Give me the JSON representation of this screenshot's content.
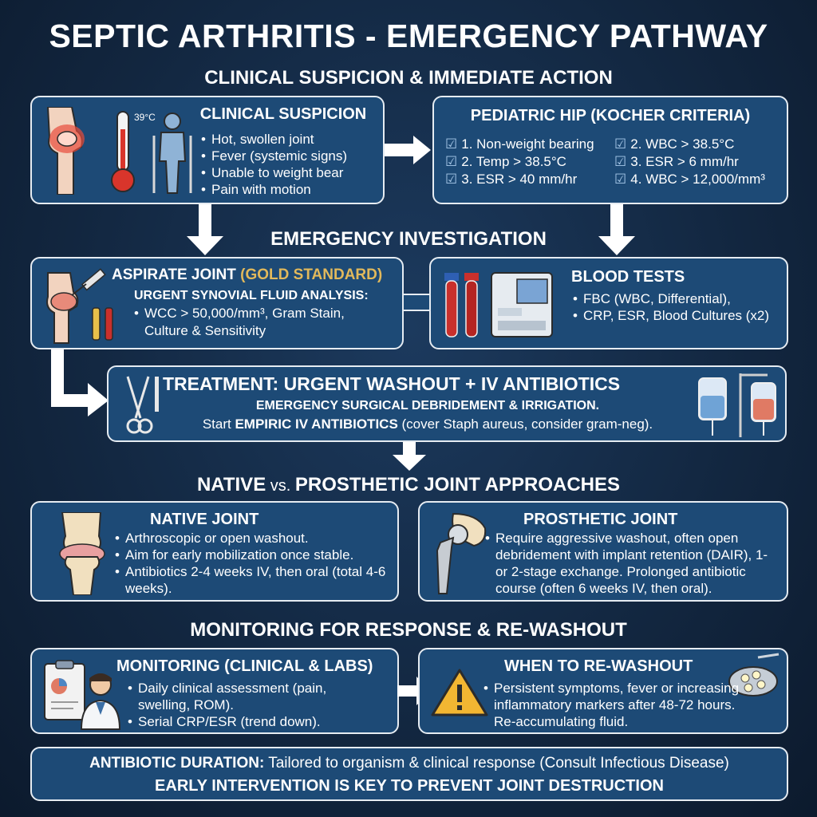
{
  "title": "SEPTIC ARTHRITIS - EMERGENCY PATHWAY",
  "sections": {
    "suspicion": "CLINICAL SUSPICION & IMMEDIATE ACTION",
    "investigation": "EMERGENCY INVESTIGATION",
    "approaches_pre": "NATIVE",
    "approaches_vs": " vs. ",
    "approaches_post": "PROSTHETIC JOINT APPROACHES",
    "monitoring": "MONITORING FOR RESPONSE & RE-WASHOUT"
  },
  "clinical": {
    "title": "CLINICAL SUSPICION",
    "temp_label": "39°C",
    "items": [
      "Hot, swollen joint",
      "Fever (systemic signs)",
      "Unable to weight bear",
      "Pain with motion"
    ]
  },
  "kocher": {
    "title": "PEDIATRIC HIP (KOCHER CRITERIA)",
    "rows": [
      [
        "1. Non-weight bearing",
        "2. WBC > 38.5°C"
      ],
      [
        "2. Temp > 38.5°C",
        "3. ESR > 6 mm/hr"
      ],
      [
        "3. ESR > 40 mm/hr",
        "4. WBC > 12,000/mm³"
      ]
    ]
  },
  "aspirate": {
    "title_main": "ASPIRATE JOINT ",
    "title_gold": "(GOLD STANDARD)",
    "subtitle": "URGENT SYNOVIAL FLUID ANALYSIS:",
    "line1": "WCC > 50,000/mm³, Gram Stain,",
    "line2": "Culture & Sensitivity"
  },
  "blood": {
    "title": "BLOOD TESTS",
    "items": [
      "FBC (WBC, Differential),",
      "CRP, ESR, Blood Cultures (x2)"
    ]
  },
  "treatment": {
    "title": "TREATMENT: URGENT WASHOUT + IV ANTIBIOTICS",
    "subtitle": "EMERGENCY SURGICAL DEBRIDEMENT & IRRIGATION.",
    "line_pre": "Start ",
    "line_bold": "EMPIRIC IV ANTIBIOTICS",
    "line_post": " (cover Staph aureus, consider gram-neg)."
  },
  "native": {
    "title": "NATIVE JOINT",
    "items": [
      "Arthroscopic or open washout.",
      "Aim for early mobilization once stable.",
      "Antibiotics 2-4 weeks IV, then oral (total 4-6 weeks)."
    ]
  },
  "prosthetic": {
    "title": "PROSTHETIC JOINT",
    "items": [
      "Require aggressive washout, often open debridement with implant retention (DAIR), 1- or 2-stage exchange. Prolonged antibiotic course (often 6 weeks IV, then oral)."
    ]
  },
  "monitoring": {
    "title": "MONITORING (CLINICAL & LABS)",
    "items": [
      "Daily clinical assessment (pain, swelling, ROM).",
      "Serial CRP/ESR (trend down)."
    ]
  },
  "rewashout": {
    "title": "WHEN TO RE-WASHOUT",
    "items": [
      "Persistent symptoms, fever or increasing inflammatory markers after 48-72 hours. Re-accumulating fluid."
    ]
  },
  "footer": {
    "label": "ANTIBIOTIC DURATION:",
    "text": " Tailored to organism & clinical response (Consult Infectious Disease)",
    "emphasis": "EARLY INTERVENTION IS KEY TO PREVENT JOINT DESTRUCTION"
  },
  "colors": {
    "box_fill": "#1d4a76",
    "box_border": "#e6ecf2",
    "gold": "#e2b95b",
    "background": "#12263f"
  },
  "icons": [
    "knee-joint-icon",
    "thermometer-icon",
    "patient-crutches-icon",
    "syringe-icon",
    "blood-tube-icon",
    "lab-analyzer-icon",
    "surgical-instruments-icon",
    "iv-bag-icon",
    "hip-prosthesis-icon",
    "clipboard-chart-icon",
    "doctor-icon",
    "warning-icon",
    "surgical-lamp-icon",
    "arrow-icon"
  ]
}
